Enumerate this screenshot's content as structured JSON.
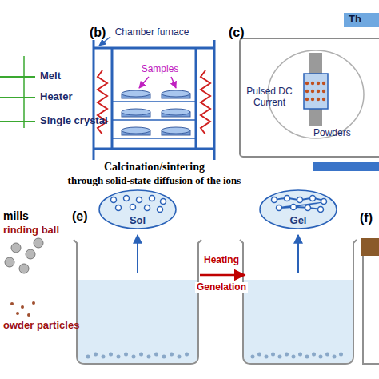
{
  "diagram": {
    "nodes": [
      {
        "text": [
          "Sol"
        ]
      },
      {
        "text": [
          "Gel"
        ]
      }
    ],
    "labels": [
      "(b)",
      "Chamber furnace",
      "(c)",
      "Th",
      "Melt",
      "Heater",
      "Single crystal",
      "Samples",
      "Pulsed DC Current",
      "Powders",
      "Calcination/sintering",
      "through solid-state diffusion of the ions",
      "mills",
      "rinding ball",
      "(e)",
      "Heating",
      "Genelation",
      "owder particles",
      "(f)"
    ]
  }
}
